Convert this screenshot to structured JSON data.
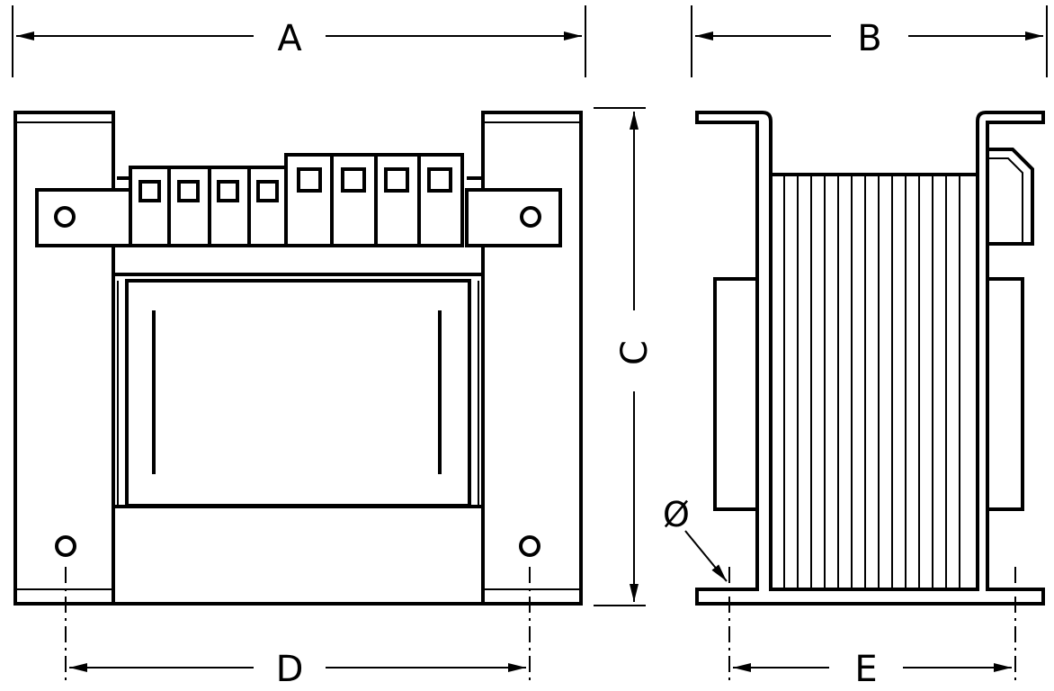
{
  "dimensions": {
    "a": "A",
    "b": "B",
    "c": "C",
    "d": "D",
    "e": "E"
  },
  "hole_symbol": "Ø"
}
